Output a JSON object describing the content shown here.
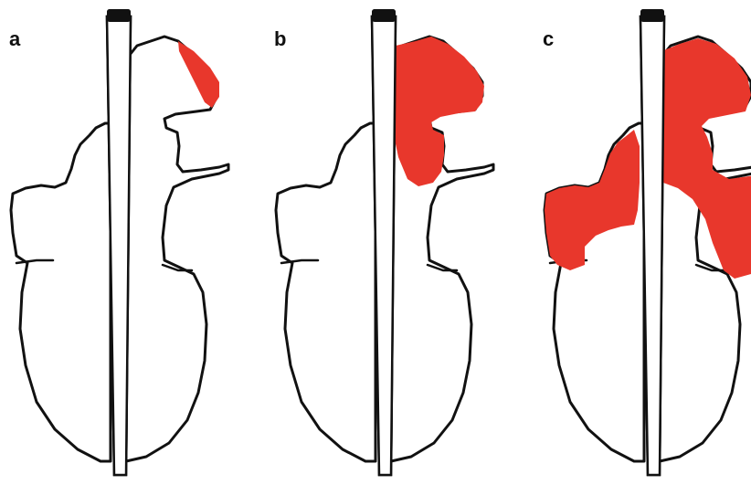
{
  "panels": [
    {
      "label": "a",
      "highlight_extent": "small-right-tip"
    },
    {
      "label": "b",
      "highlight_extent": "right-upper-lobe"
    },
    {
      "label": "c",
      "highlight_extent": "bilateral-upper-lobes"
    }
  ],
  "colors": {
    "highlight": "#e8372c",
    "outline": "#111111",
    "background": "#ffffff"
  }
}
